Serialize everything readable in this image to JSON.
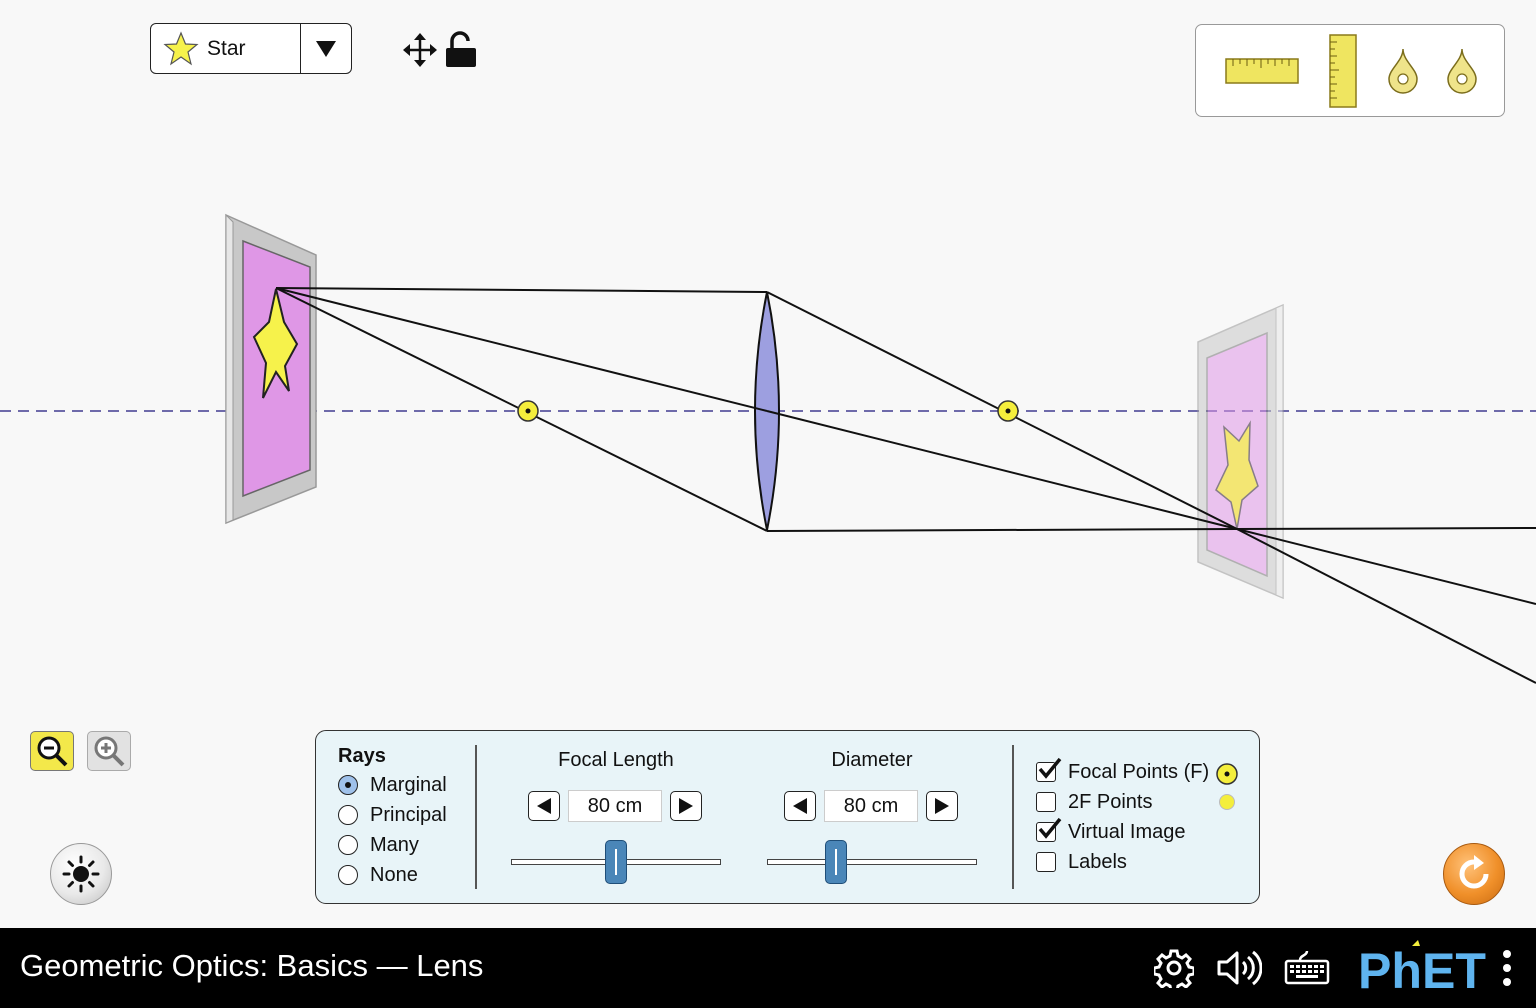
{
  "object_selector": {
    "selected": "Star"
  },
  "toolbox": {
    "tools": [
      "horizontal-ruler-icon",
      "vertical-ruler-icon",
      "point-tool-icon",
      "point-tool-icon"
    ]
  },
  "rays": {
    "title": "Rays",
    "options": [
      {
        "label": "Marginal",
        "selected": true
      },
      {
        "label": "Principal",
        "selected": false
      },
      {
        "label": "Many",
        "selected": false
      },
      {
        "label": "None",
        "selected": false
      }
    ]
  },
  "focal_length": {
    "title": "Focal Length",
    "value": "80 cm",
    "fraction": 0.5
  },
  "diameter": {
    "title": "Diameter",
    "value": "80 cm",
    "fraction": 0.33
  },
  "checkboxes": [
    {
      "label": "Focal Points (F)",
      "checked": true
    },
    {
      "label": "2F Points",
      "checked": false
    },
    {
      "label": "Virtual Image",
      "checked": true
    },
    {
      "label": "Labels",
      "checked": false
    }
  ],
  "nav": {
    "title": "Geometric Optics: Basics — Lens",
    "logo": "PhET"
  },
  "colors": {
    "lens": "#9d9fe0",
    "optical_axis": "#6e6aaa",
    "focal_point": "#f4ee3c",
    "screen": "#df97e6",
    "reset": "#f0902a",
    "panel": "#e8f4f8"
  }
}
